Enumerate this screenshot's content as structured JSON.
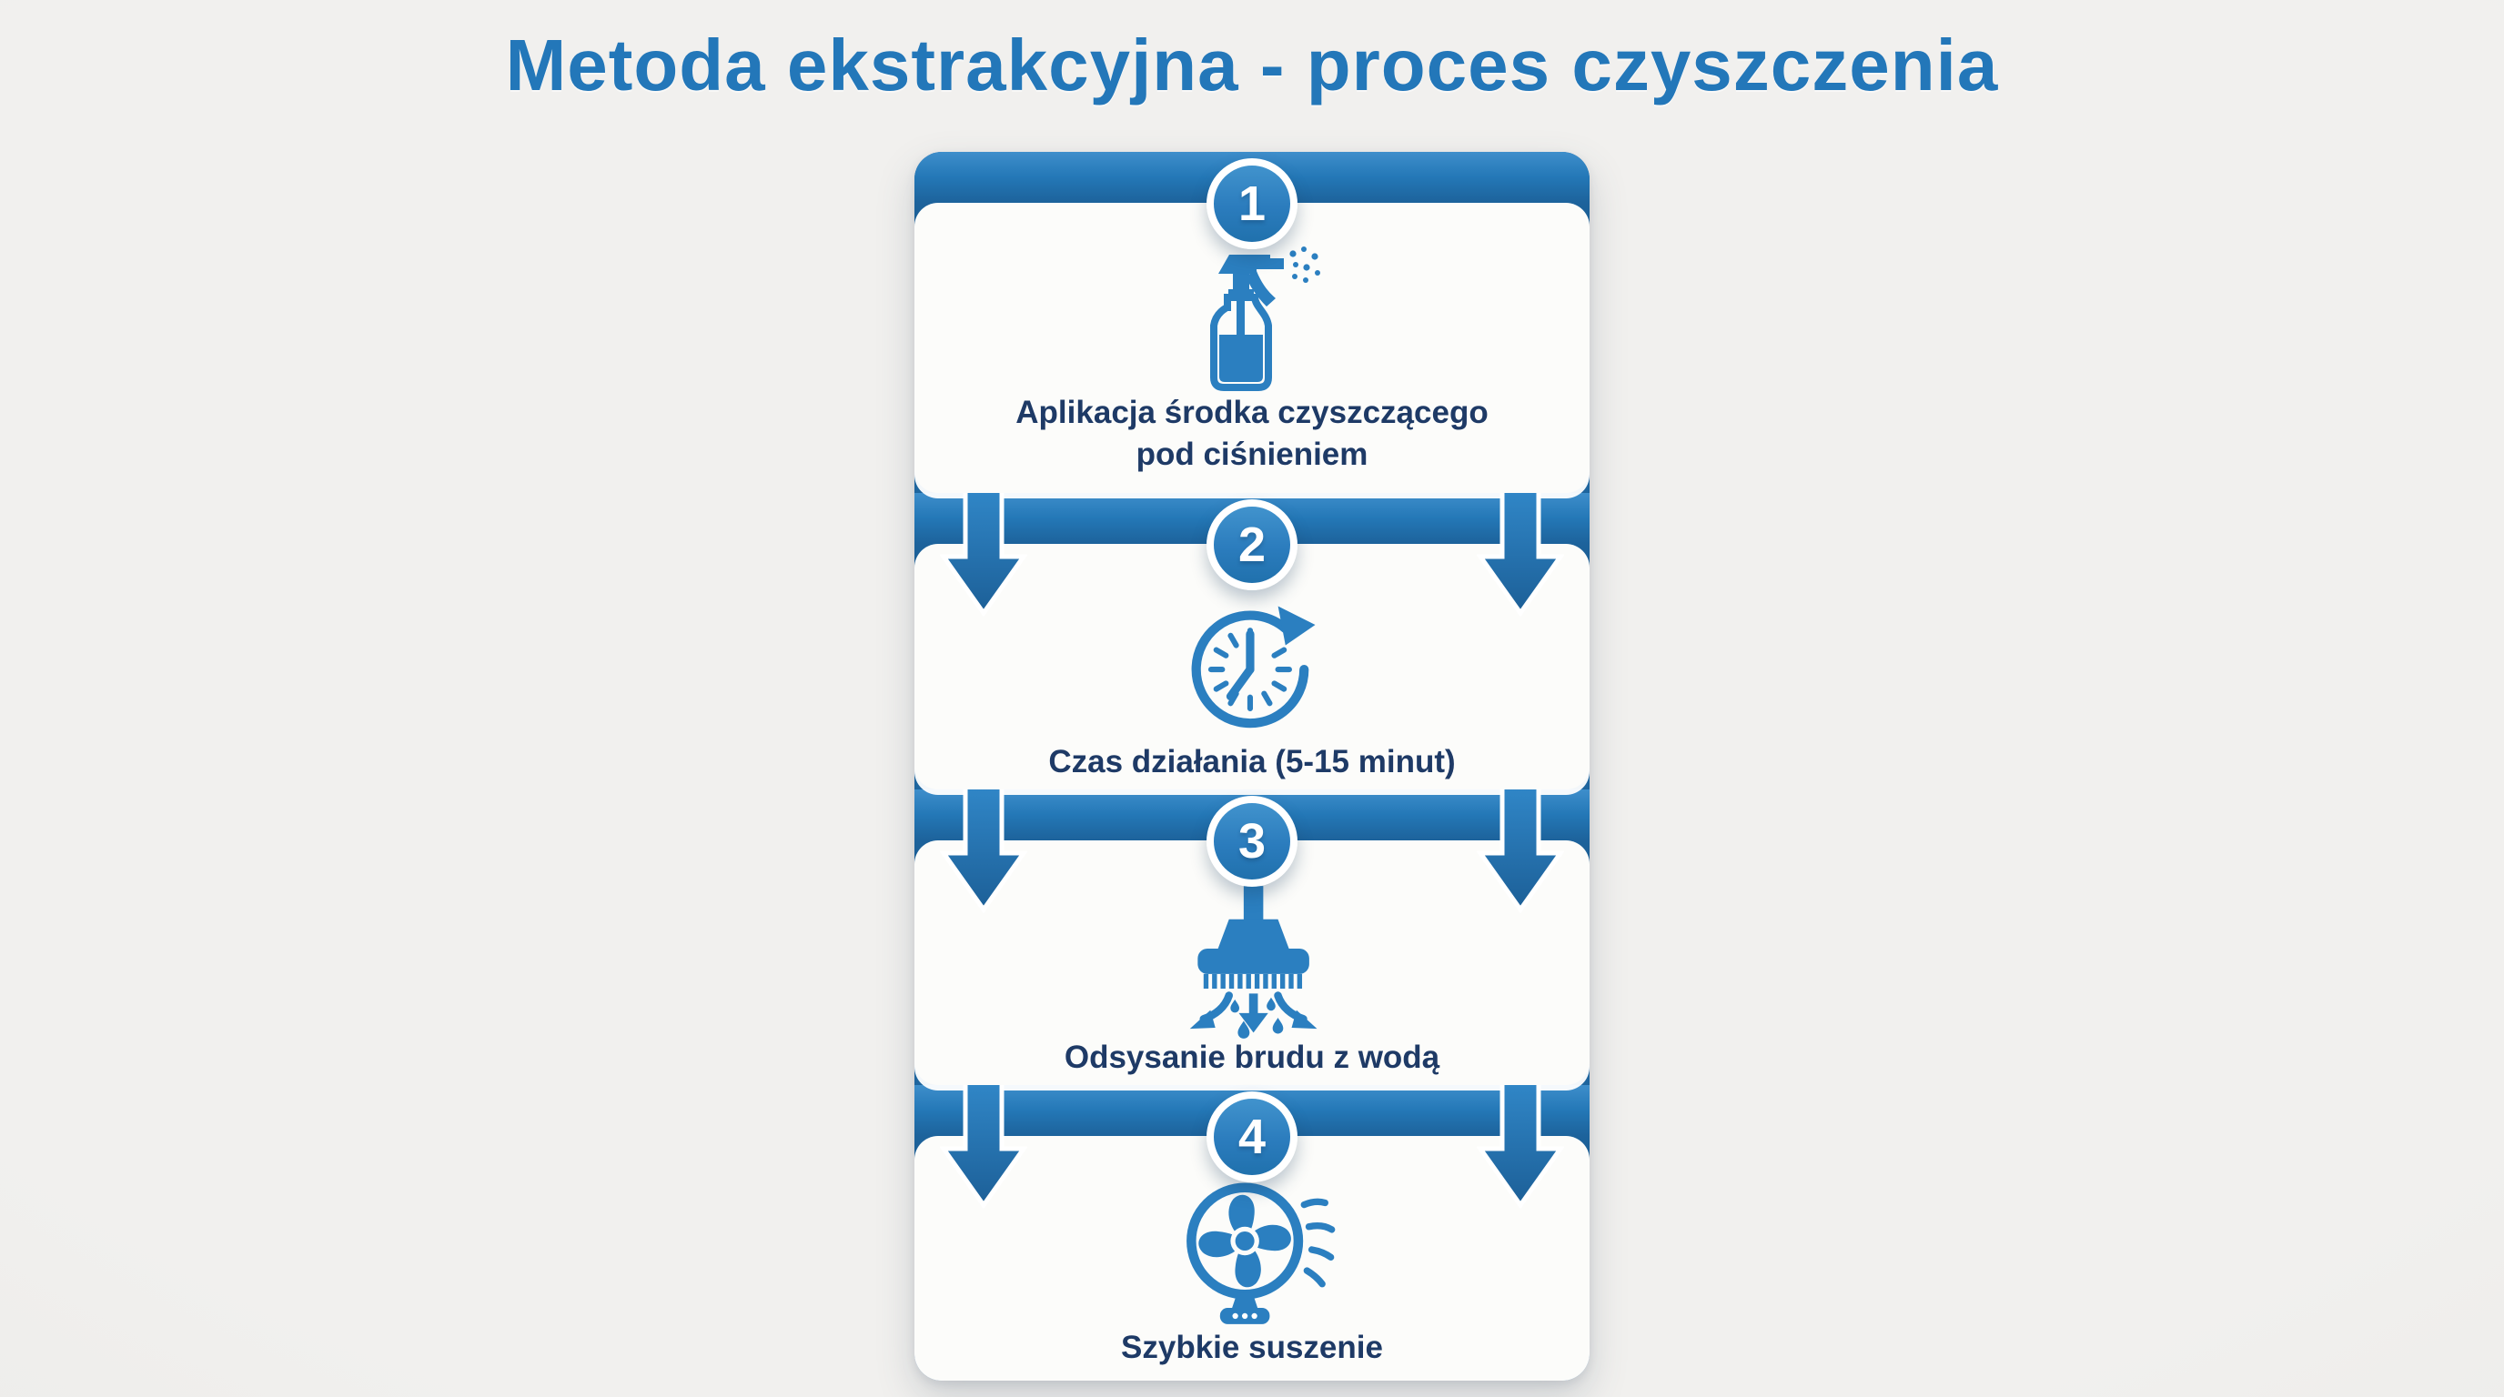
{
  "title": "Metoda ekstrakcyjna - proces czyszczenia",
  "panel": {
    "steps": [
      {
        "number": "1",
        "caption": "Aplikacja środka czyszczącego pod ciśnieniem",
        "icon": "spray-bottle-icon"
      },
      {
        "number": "2",
        "caption": "Czas działania (5-15 minut)",
        "icon": "clock-timer-icon"
      },
      {
        "number": "3",
        "caption": "Odsysanie brudu z wodą",
        "icon": "vacuum-nozzle-icon"
      },
      {
        "number": "4",
        "caption": "Szybkie suszenie",
        "icon": "fan-icon"
      }
    ]
  },
  "colors": {
    "accent_blue": "#2b7fc0",
    "band_top": "#3e8ecb",
    "band_bottom": "#195a90",
    "caption_navy": "#1e3a66",
    "title_blue": "#2377b9",
    "card_white": "#fcfcfa",
    "page_bg": "#efeeec"
  }
}
